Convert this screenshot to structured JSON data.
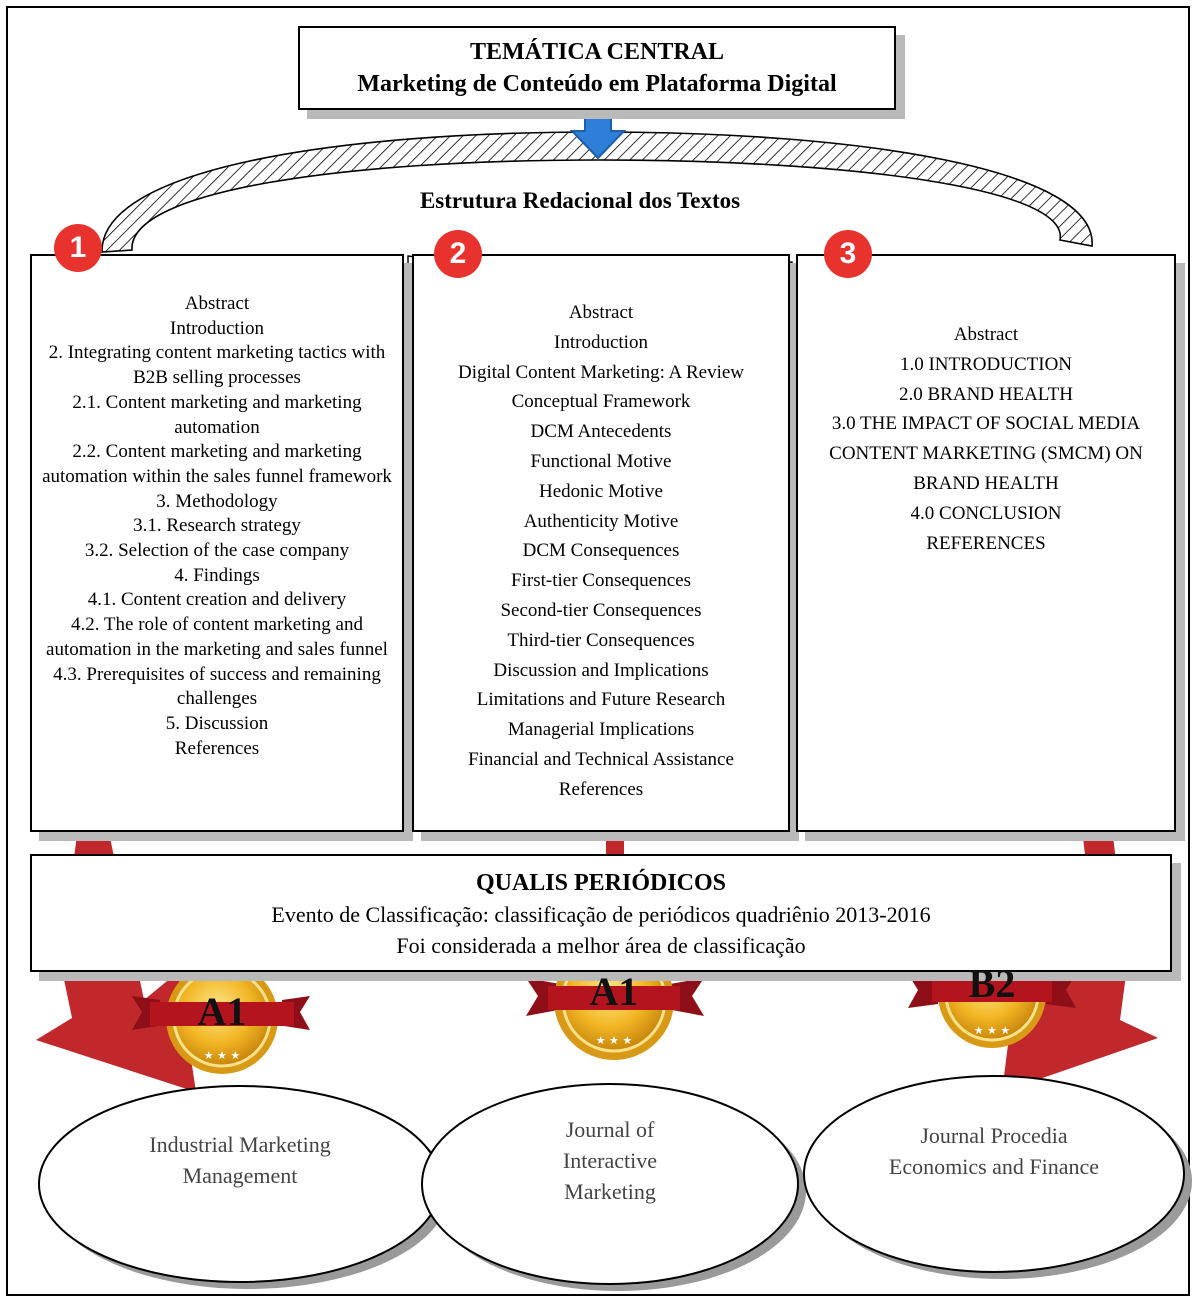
{
  "central": {
    "title": "TEMÁTICA CENTRAL",
    "subtitle": "Marketing de Conteúdo em Plataforma Digital"
  },
  "structure_label": "Estrutura Redacional dos Textos",
  "columns": [
    {
      "number": "1",
      "items": [
        "Abstract",
        "Introduction",
        "2. Integrating content marketing tactics with B2B selling processes",
        "2.1. Content marketing and marketing automation",
        "2.2. Content marketing and marketing automation within the sales funnel framework",
        "3. Methodology",
        "3.1. Research strategy",
        "3.2. Selection of the case company",
        "4. Findings",
        "4.1. Content creation and delivery",
        "4.2. The role of content marketing and automation in the marketing and sales funnel",
        "4.3. Prerequisites of success and remaining challenges",
        "5. Discussion",
        "References"
      ]
    },
    {
      "number": "2",
      "items": [
        "Abstract",
        "Introduction",
        "Digital Content Marketing: A Review",
        "Conceptual Framework",
        "DCM Antecedents",
        "Functional Motive",
        "Hedonic Motive",
        "Authenticity Motive",
        "DCM Consequences",
        "First-tier Consequences",
        "Second-tier Consequences",
        "Third-tier Consequences",
        "Discussion and Implications",
        "Limitations and Future Research",
        "Managerial Implications",
        "Financial and Technical Assistance",
        "References"
      ]
    },
    {
      "number": "3",
      "items": [
        "Abstract",
        "1.0 INTRODUCTION",
        "2.0 BRAND HEALTH",
        "3.0 THE IMPACT OF SOCIAL MEDIA CONTENT MARKETING (SMCM) ON BRAND HEALTH",
        "4.0 CONCLUSION",
        "REFERENCES"
      ]
    }
  ],
  "qualis": {
    "title": "QUALIS PERIÓDICOS",
    "line1": "Evento de Classificação: classificação de periódicos quadriênio 2013-2016",
    "line2": "Foi considerada a melhor área de classificação"
  },
  "journals": [
    {
      "grade": "A1",
      "name": "Industrial Marketing Management"
    },
    {
      "grade": "A1",
      "name": "Journal of Interactive Marketing"
    },
    {
      "grade": "B2",
      "name": "Journal Procedia Economics and Finance"
    }
  ],
  "colors": {
    "number_badge": "#e8322e",
    "arrow": "#c0282b",
    "down_arrow": "#2f7fd8",
    "medal_gold": "#f2b624",
    "ribbon": "#b3141e"
  }
}
